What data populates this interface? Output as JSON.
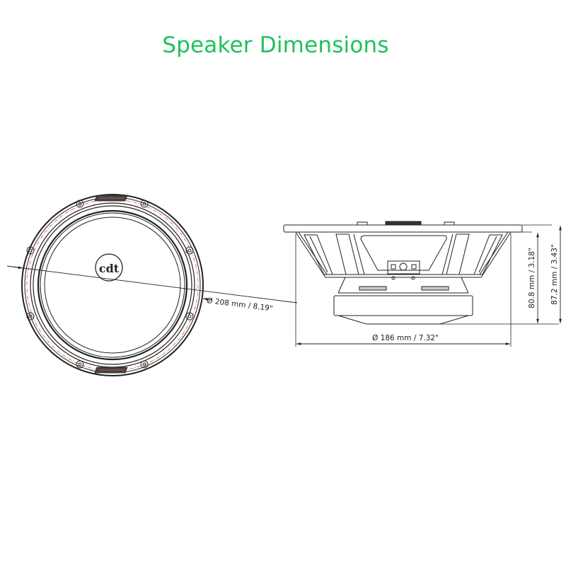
{
  "title": "Speaker Dimensions",
  "colors": {
    "title": "#1ec25a",
    "line": "#222222",
    "accent_dashed": "#e0603a"
  },
  "front_view": {
    "diameter_label": "Ø 208 mm / 8.19\"",
    "logo_icon": "cdt-logo-icon",
    "mounting_holes": 8
  },
  "side_view": {
    "width_label": "Ø 186 mm / 7.32\"",
    "mounting_depth_label": "80.8 mm / 3.18\"",
    "total_depth_label": "87.2 mm / 3.43\""
  }
}
